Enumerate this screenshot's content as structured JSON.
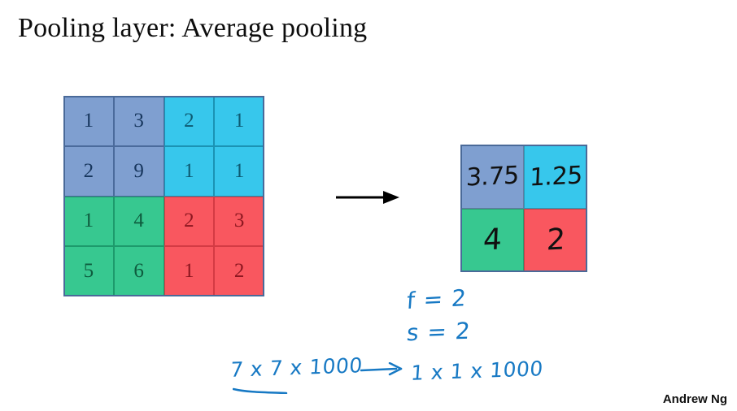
{
  "slide": {
    "title": "Pooling layer: Average pooling",
    "author": "Andrew Ng",
    "background": "#ffffff"
  },
  "input_matrix": {
    "rows": 4,
    "cols": 4,
    "values": [
      [
        "1",
        "3",
        "2",
        "1"
      ],
      [
        "2",
        "9",
        "1",
        "1"
      ],
      [
        "1",
        "4",
        "2",
        "3"
      ],
      [
        "5",
        "6",
        "1",
        "2"
      ]
    ],
    "quadrant_colors": {
      "top_left": "#7f9fd0",
      "top_right": "#37c7ec",
      "bottom_left": "#37c890",
      "bottom_right": "#f9575f"
    }
  },
  "output_matrix": {
    "rows": 2,
    "cols": 2,
    "values": [
      [
        "3.75",
        "1.25"
      ],
      [
        "4",
        "2"
      ]
    ],
    "quadrant_colors": {
      "top_left": "#7f9fd0",
      "top_right": "#37c7ec",
      "bottom_left": "#37c890",
      "bottom_right": "#f9575f"
    }
  },
  "arrow": {
    "name": "transform-arrow",
    "color": "#000000"
  },
  "annotations": {
    "ink_color": "#1779c4",
    "filter_size": "f = 2",
    "stride": "s = 2",
    "input_shape": "7 x 7 x 1000",
    "output_shape": "1 x 1 x 1000"
  }
}
